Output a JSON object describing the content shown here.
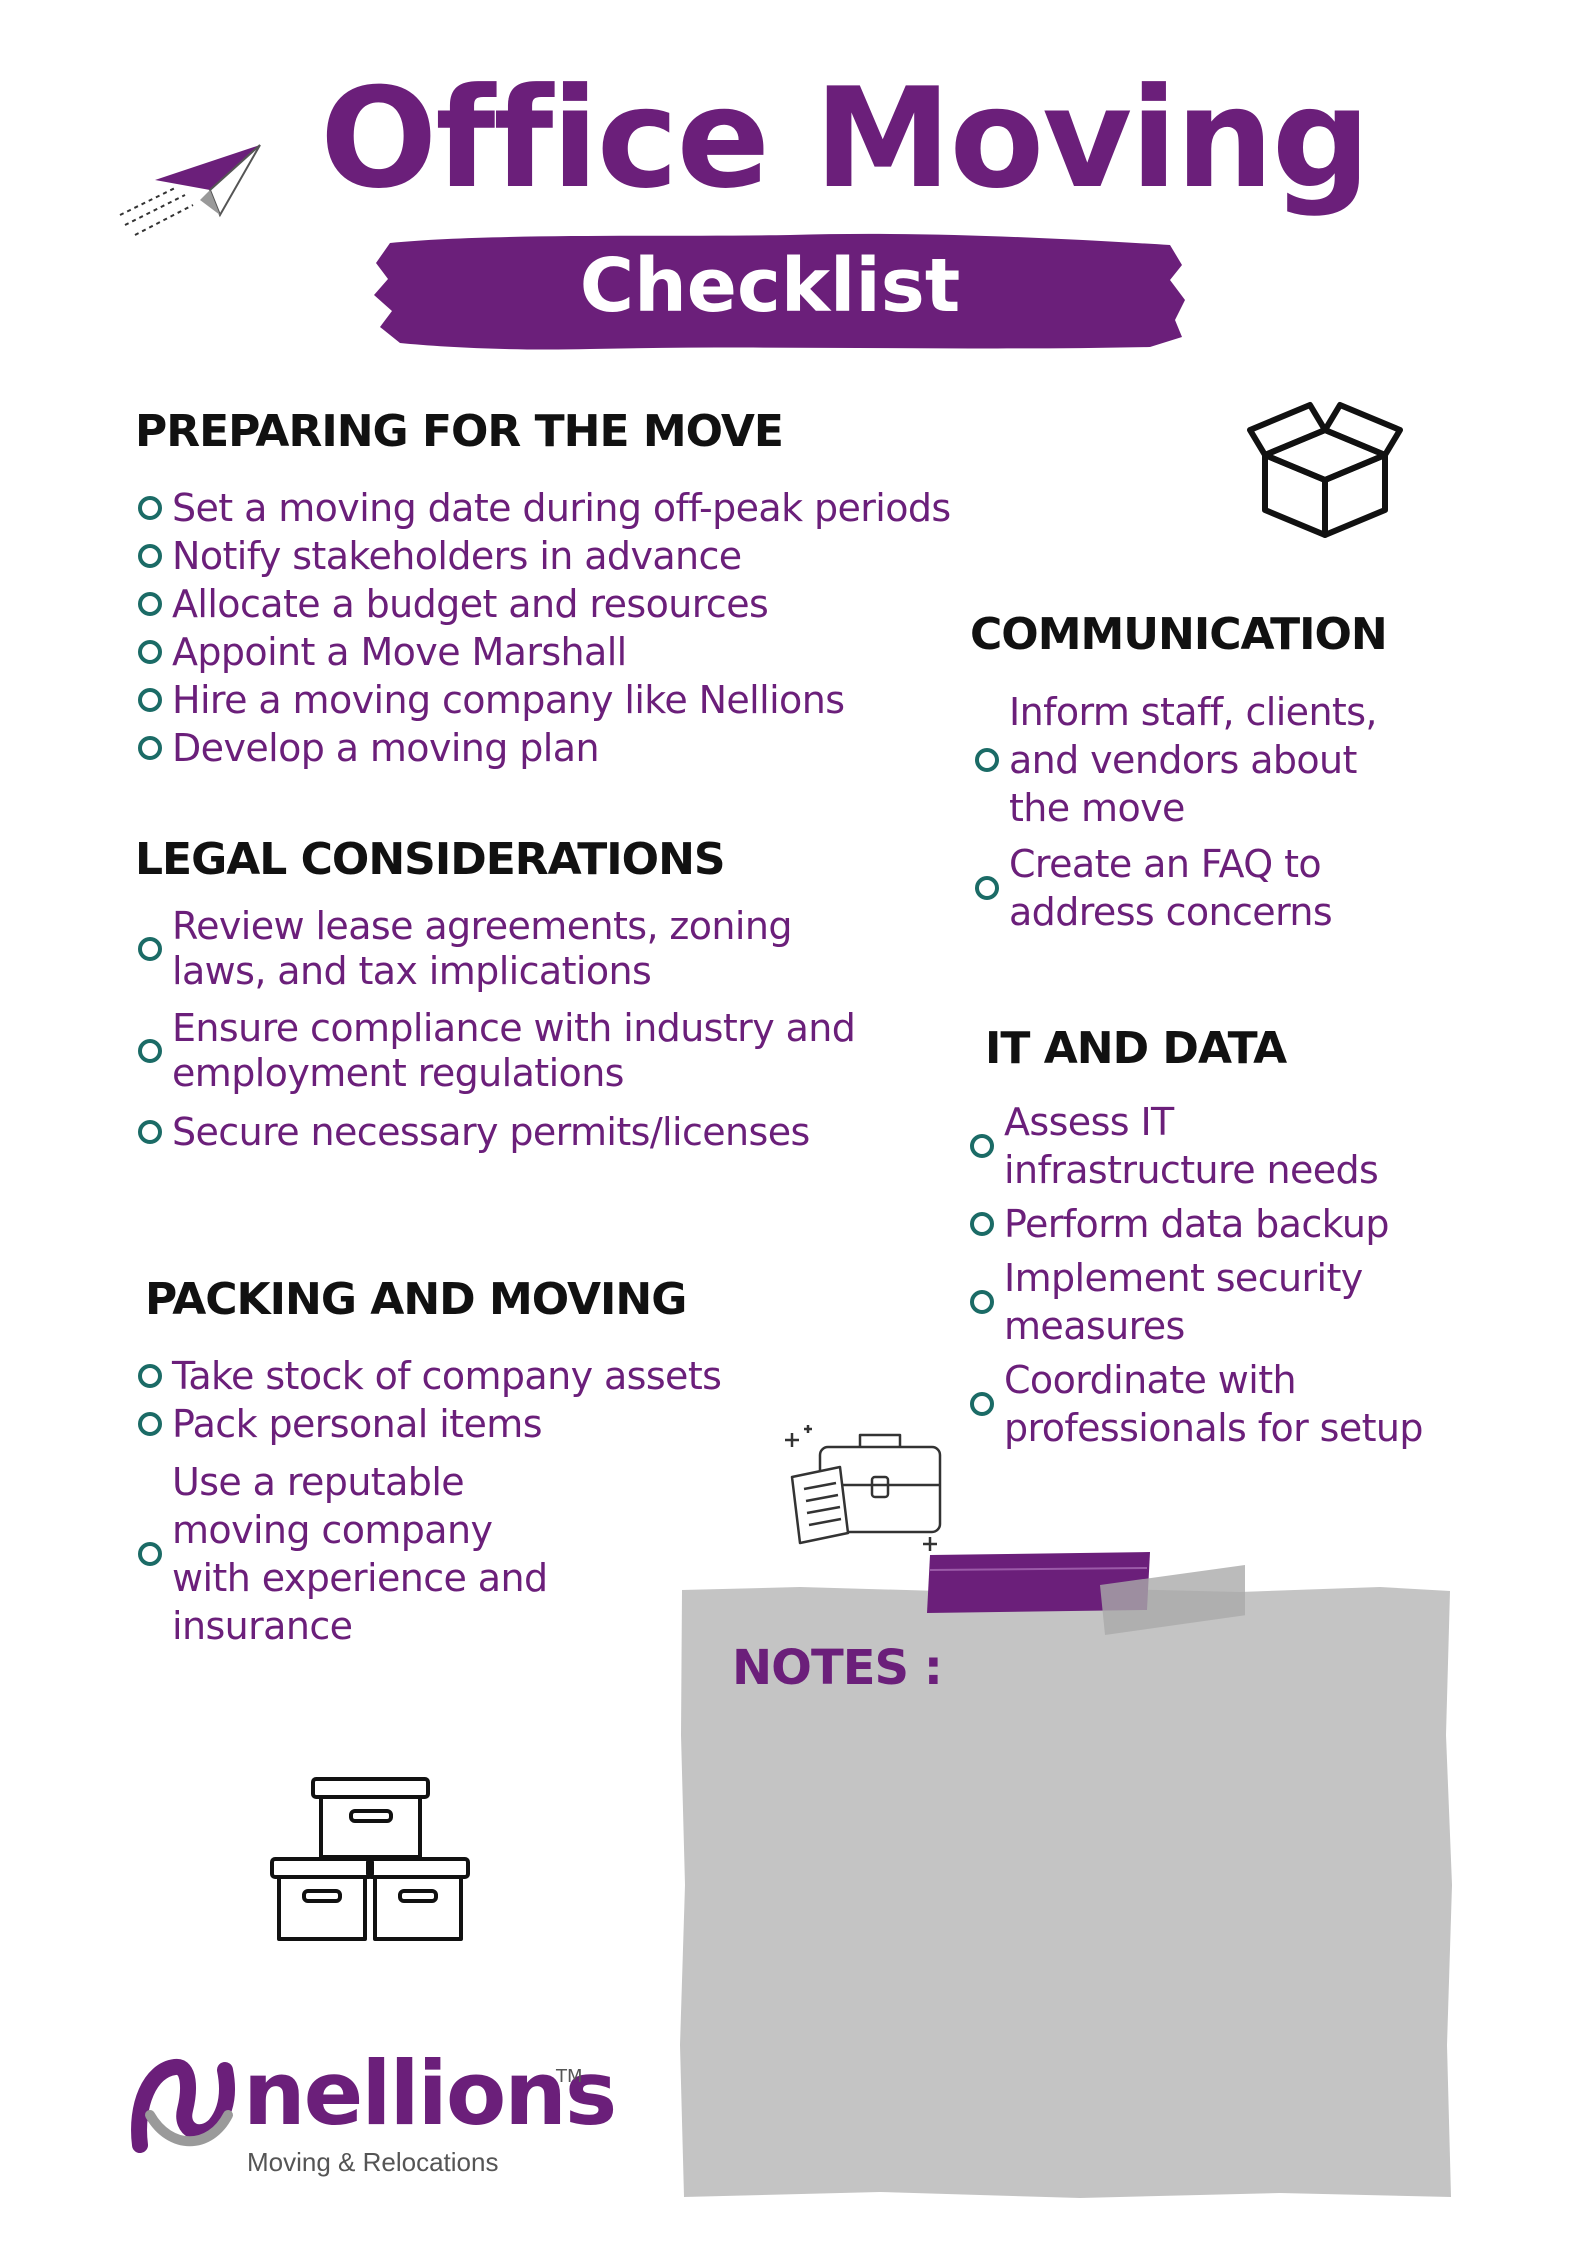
{
  "header": {
    "title": "Office Moving",
    "subtitle": "Checklist"
  },
  "sections": {
    "preparing": {
      "heading": "PREPARING FOR THE MOVE",
      "items": [
        "Set a moving date during off-peak periods",
        "Notify stakeholders in advance",
        "Allocate a budget and resources",
        "Appoint a Move Marshall",
        "Hire a moving company like Nellions",
        "Develop a moving plan"
      ]
    },
    "legal": {
      "heading": "LEGAL CONSIDERATIONS",
      "items": [
        "Review lease agreements, zoning laws, and tax implications",
        "Ensure compliance with industry and employment regulations",
        "Secure necessary permits/licenses"
      ]
    },
    "packing": {
      "heading": "PACKING AND MOVING",
      "items": [
        "Take stock of company assets",
        "Pack personal items",
        "Use a reputable moving company with experience and insurance"
      ]
    },
    "communication": {
      "heading": "COMMUNICATION",
      "items": [
        "Inform staff, clients, and vendors about the move",
        "Create an FAQ to address concerns"
      ]
    },
    "it": {
      "heading": "IT AND DATA",
      "items": [
        "Assess IT infrastructure needs",
        "Perform data backup",
        "Implement security measures",
        "Coordinate with professionals for setup"
      ]
    }
  },
  "notes": {
    "label": "NOTES :"
  },
  "brand": {
    "name": "nellions",
    "trademark": "TM",
    "tagline": "Moving & Relocations"
  },
  "icons": [
    "paper-plane-icon",
    "open-box-icon",
    "briefcase-icon",
    "stacked-boxes-icon",
    "nellions-logo-icon"
  ],
  "colors": {
    "brand_purple": "#6b1f7a",
    "bullet_teal": "#1b6b66",
    "notes_gray": "#c4c4c4",
    "heading_black": "#111111"
  }
}
